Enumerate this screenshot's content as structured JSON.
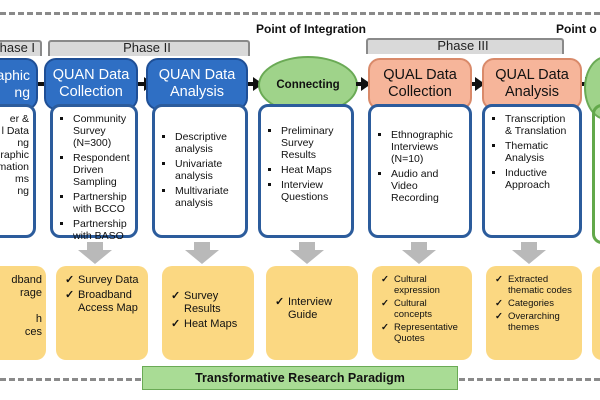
{
  "phases": {
    "phase1_label": "Phase I",
    "phase2_label": "Phase II",
    "phase3_label": "Phase III"
  },
  "points_of_integration": {
    "label_center": "Point of Integration",
    "label_right": "Point o"
  },
  "columns": {
    "col0": {
      "head": "aphic\nng",
      "items": [
        "er &",
        "l Data",
        "ng",
        "raphic",
        "mation",
        "ms",
        "ng"
      ],
      "outputs": [
        "dband",
        "rage",
        "",
        "h",
        "ces"
      ]
    },
    "col1": {
      "head": "QUAN Data Collection",
      "items": [
        "Community Survey (N=300)",
        "Respondent Driven Sampling",
        "Partnership with BCCO",
        "Partnership with BASO"
      ],
      "outputs": [
        "Survey Data",
        "Broadband Access Map"
      ]
    },
    "col2": {
      "head": "QUAN Data Analysis",
      "items": [
        "Descriptive analysis",
        "Univariate analysis",
        "Multivariate analysis"
      ],
      "outputs": [
        "Survey Results",
        "Heat Maps"
      ]
    },
    "col3": {
      "head": "Connecting",
      "items": [
        "Preliminary Survey Results",
        "Heat Maps",
        "Interview Questions"
      ],
      "outputs": [
        "Interview Guide"
      ]
    },
    "col4": {
      "head": "QUAL Data Collection",
      "items": [
        "Ethnographic Interviews (N=10)",
        "Audio and Video Recording"
      ],
      "outputs": [
        "Cultural expression",
        "Cultural concepts",
        "Representative Quotes"
      ]
    },
    "col5": {
      "head": "QUAL Data Analysis",
      "items": [
        "Transcription & Translation",
        "Thematic Analysis",
        "Inductive Approach"
      ],
      "outputs": [
        "Extracted thematic codes",
        "Categories",
        "Overarching themes"
      ]
    }
  },
  "paradigm_label": "Transformative Research Paradigm",
  "colors": {
    "blue_head": "#2f6fc4",
    "salmon_head": "#f6b59a",
    "green_oval": "#9fd38a",
    "output_yellow": "#fbd882",
    "box_border": "#2c5c9c"
  }
}
